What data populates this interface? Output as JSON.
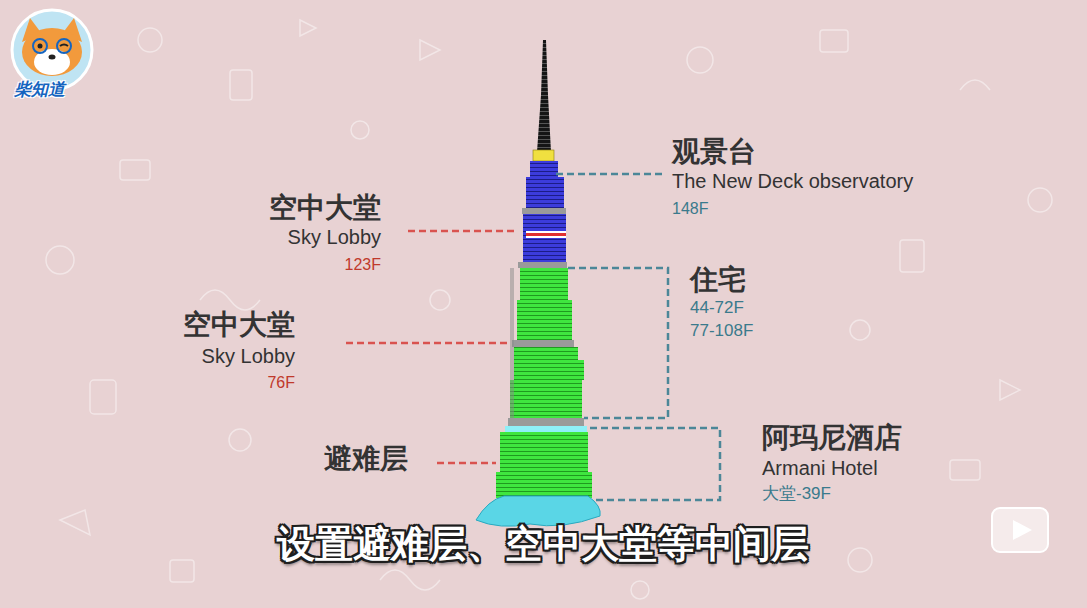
{
  "diagram": {
    "caption": "设置避难层、空中大堂等中间层",
    "labels": [
      "柴知道",
      "观景台",
      "The New Deck observatory",
      "148F",
      "空中大堂",
      "Sky Lobby",
      "123F",
      "住宅",
      "44-72F",
      "77-108F",
      "空中大堂",
      "Sky Lobby",
      "76F",
      "避难层",
      "阿玛尼酒店",
      "Armani Hotel",
      "大堂-39F"
    ]
  }
}
